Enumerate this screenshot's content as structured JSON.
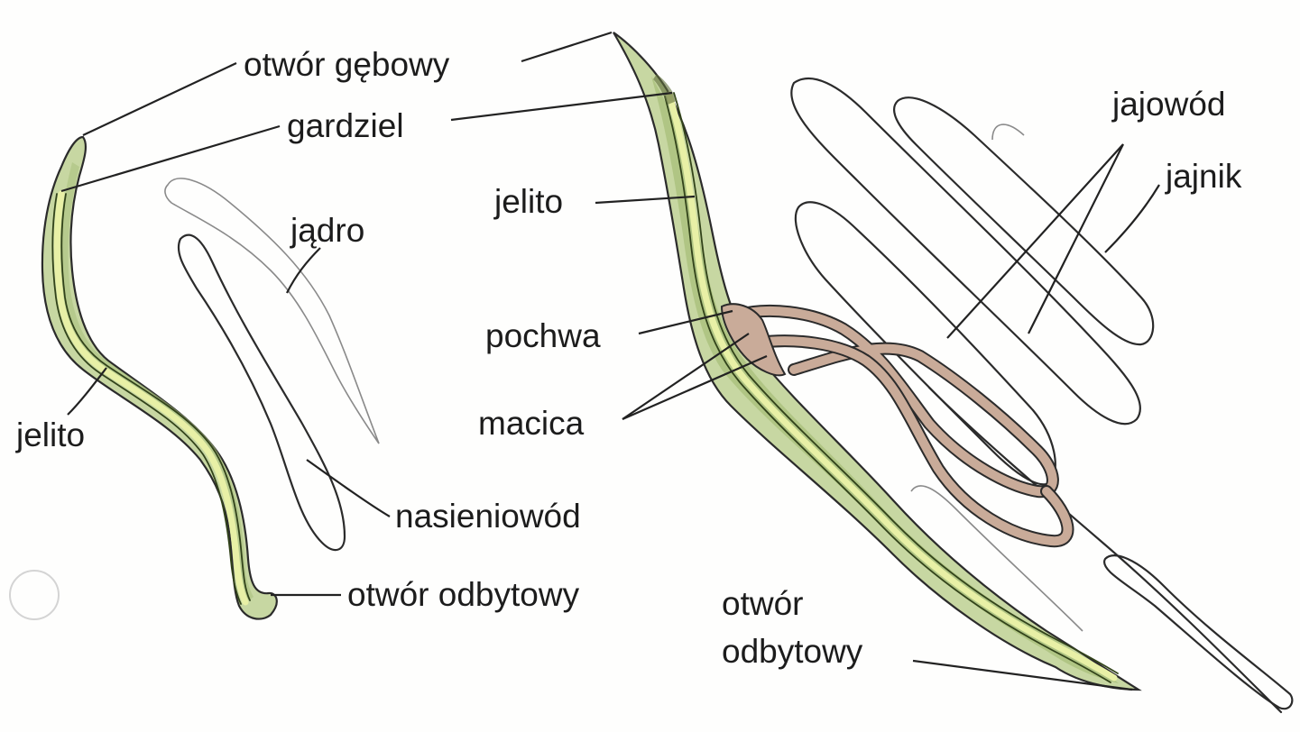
{
  "colors": {
    "body_green": "#c7d7a2",
    "body_green_dark": "#9db76c",
    "gut_yellow": "#e8f0a6",
    "uterus_pink": "#c9ab99",
    "outline": "#2b2b2b",
    "text": "#1c1c1c"
  },
  "labels": {
    "male_mouth": "otwór gębowy",
    "male_pharynx": "gardziel",
    "male_testis": "jądro",
    "male_intestine": "jelito",
    "male_vas_deferens": "nasieniowód",
    "male_anus": "otwór odbytowy",
    "female_intestine": "jelito",
    "female_vagina": "pochwa",
    "female_uterus": "macica",
    "female_oviduct": "jajowód",
    "female_ovary": "jajnik",
    "female_anus_line1": "otwór",
    "female_anus_line2": "odbytowy"
  }
}
